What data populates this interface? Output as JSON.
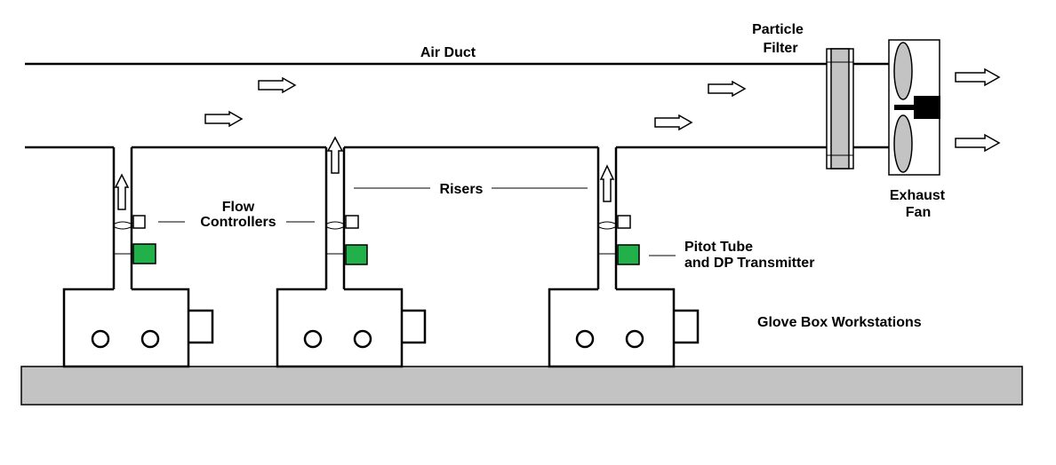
{
  "labels": {
    "air_duct": "Air Duct",
    "particle_filter_line1": "Particle",
    "particle_filter_line2": "Filter",
    "exhaust_fan_line1": "Exhaust",
    "exhaust_fan_line2": "Fan",
    "risers": "Risers",
    "flow_controllers_line1": "Flow",
    "flow_controllers_line2": "Controllers",
    "pitot_line1": "Pitot Tube",
    "pitot_line2": "and DP Transmitter",
    "glove_box": "Glove Box Workstations"
  },
  "colors": {
    "transmitter": "#22b04a",
    "floor": "#c3c3c3",
    "filter": "#c3c3c3",
    "fan_blade": "#c3c3c3"
  }
}
